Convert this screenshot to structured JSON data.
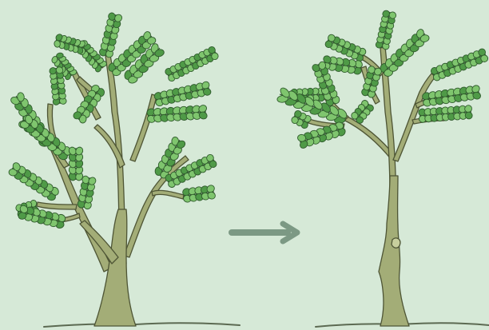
{
  "colors": {
    "background": "#d6e9d7",
    "trunk_fill": "#a3ad77",
    "trunk_outline": "#4e5535",
    "leaf_fill": "#7fc56e",
    "leaf_dark": "#4f9a47",
    "leaf_outline": "#2f5a2c",
    "ground_line": "#5c6a52",
    "arrow": "#7c9984"
  },
  "icons": {
    "arrow": "arrow-right-icon"
  },
  "trees": [
    {
      "id": "before",
      "state": "full",
      "cut_branch": false
    },
    {
      "id": "after",
      "state": "pruned",
      "cut_branch": true
    }
  ]
}
